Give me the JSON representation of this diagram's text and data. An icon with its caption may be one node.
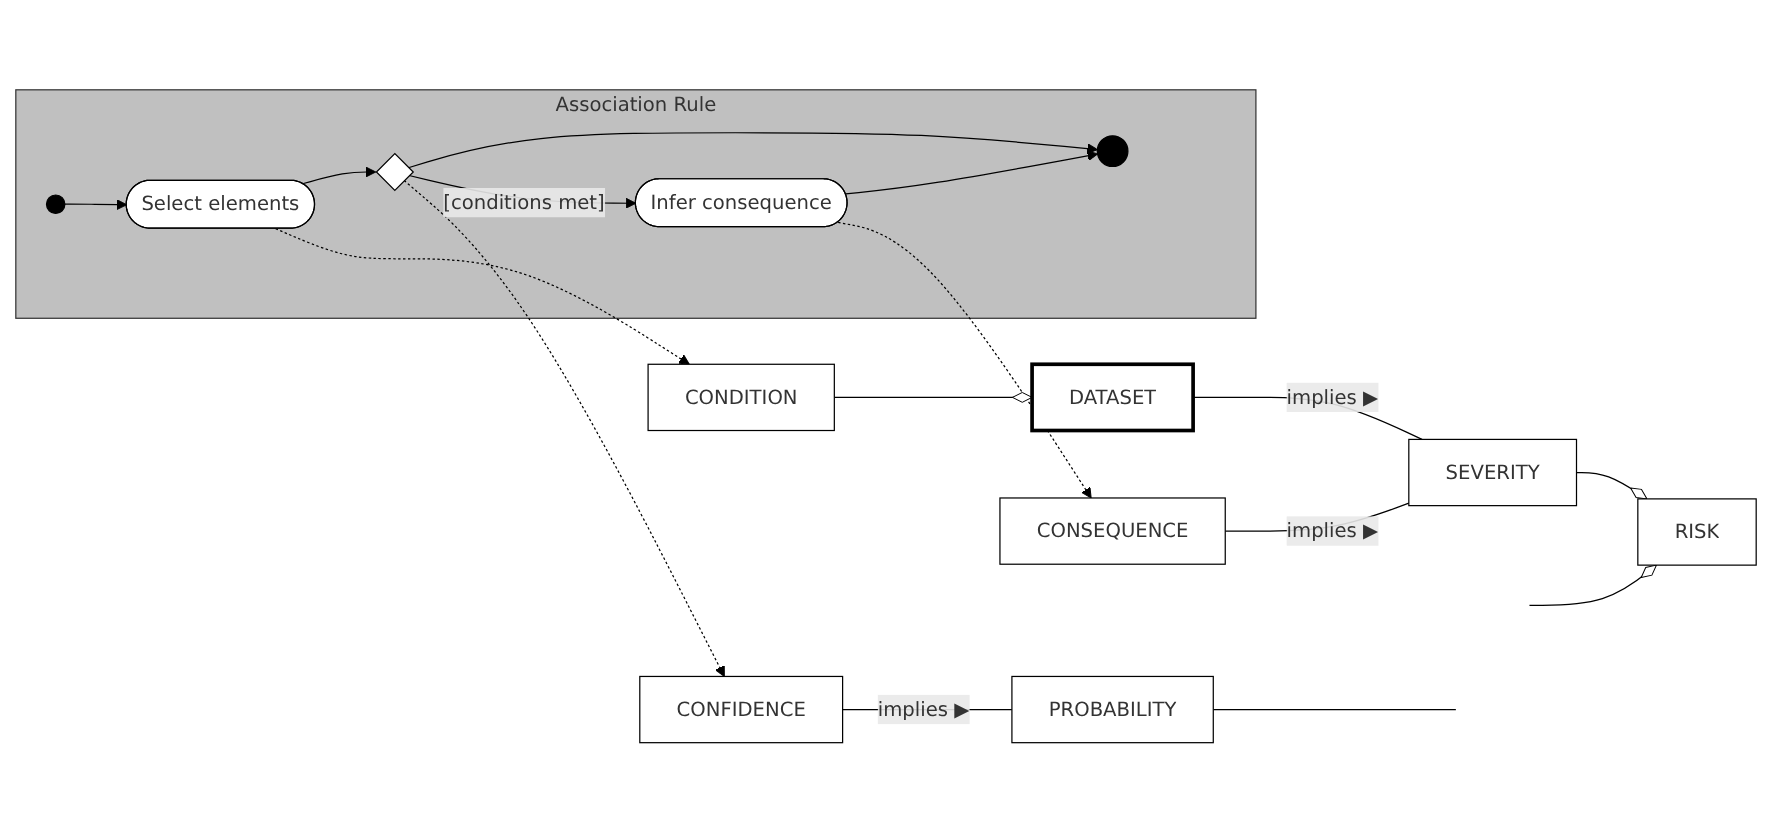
{
  "diagram": {
    "nodes": [
      {
        "text": [
          "Association Rule"
        ]
      },
      {
        "text": [],
        "shape": "circle",
        "in": 0
      },
      {
        "text": [
          "Select elements"
        ],
        "in": 0
      },
      {
        "text": [],
        "shape": "diamond",
        "in": 0
      },
      {
        "text": [
          "Infer consequence"
        ],
        "in": 0
      },
      {
        "text": [],
        "shape": "circle",
        "in": 0
      },
      {
        "text": [
          "DATASET"
        ]
      },
      {
        "text": [
          "CONDITION"
        ]
      },
      {
        "text": [
          "CONSEQUENCE"
        ]
      },
      {
        "text": [
          "CONFIDENCE"
        ]
      },
      {
        "text": [
          "RISK"
        ]
      },
      {
        "text": [
          "SEVERITY"
        ]
      },
      {
        "text": [
          "PROBABILITY"
        ]
      }
    ],
    "edges": [
      {
        "from": 1,
        "to": 2,
        "arrow": "to"
      },
      {
        "from": 2,
        "to": 3,
        "arrow": "to"
      },
      {
        "from": 3,
        "to": 4,
        "arrow": "to",
        "label": "[conditions met]"
      },
      {
        "from": 3,
        "to": 5,
        "arrow": "to"
      },
      {
        "from": 4,
        "to": 5,
        "arrow": "to"
      },
      {
        "from": 2,
        "to": 7,
        "arrow": "to",
        "style": "dashed"
      },
      {
        "from": 4,
        "to": 8,
        "arrow": "to",
        "style": "dashed"
      },
      {
        "from": 3,
        "to": 9,
        "arrow": "to",
        "style": "dashed"
      },
      {
        "from": 7,
        "to": 6,
        "arrow": "other"
      },
      {
        "from": 6,
        "to": 11,
        "arrow": "none",
        "label": "implies ▶"
      },
      {
        "from": 8,
        "to": 11,
        "arrow": "none",
        "label": "implies ▶"
      },
      {
        "from": 9,
        "to": 12,
        "arrow": "none",
        "label": "implies ▶"
      },
      {
        "from": 11,
        "to": 10,
        "arrow": "other"
      },
      {
        "from": null,
        "to": 10,
        "arrow": "other"
      },
      {
        "from": 12,
        "to": null,
        "arrow": "none"
      }
    ]
  }
}
